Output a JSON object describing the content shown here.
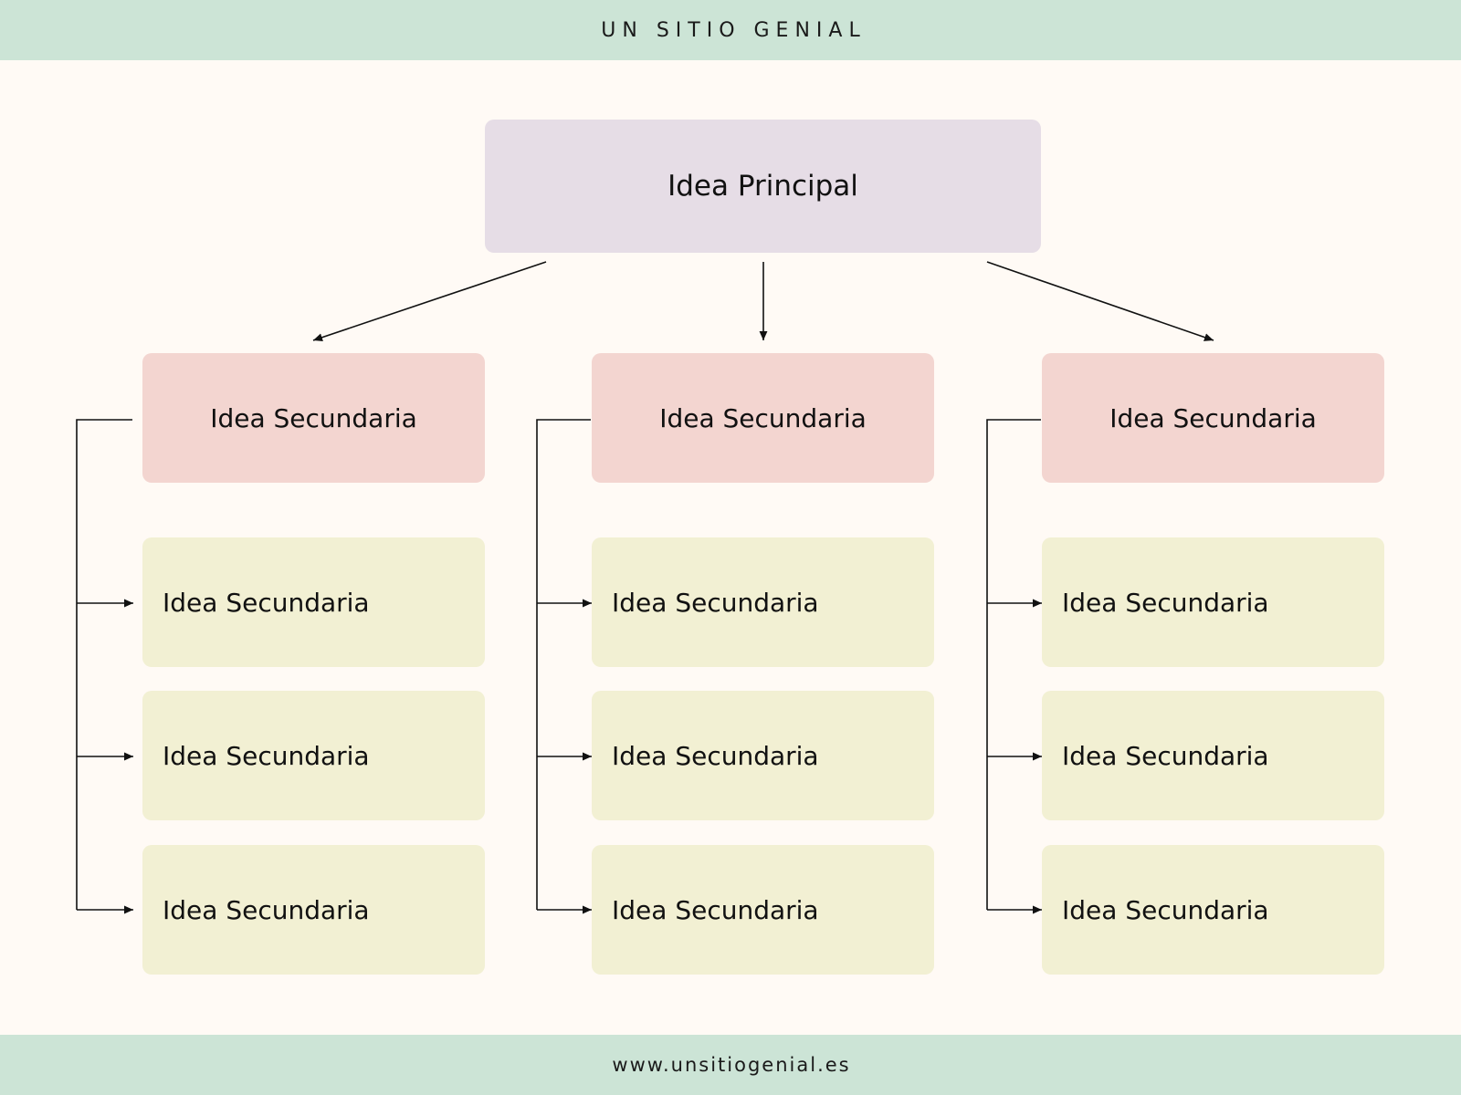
{
  "header": {
    "title": "UN SITIO GENIAL"
  },
  "footer": {
    "url": "www.unsitiogenial.es"
  },
  "colors": {
    "band": "#cce4d6",
    "background": "#fffaf5",
    "principal": "#e6dde6",
    "secondary": "#f3d5d0",
    "tertiary": "#f2f0d3",
    "line": "#111111"
  },
  "principal": {
    "label": "Idea Principal"
  },
  "columns": [
    {
      "secondary": "Idea Secundaria",
      "items": [
        "Idea Secundaria",
        "Idea Secundaria",
        "Idea Secundaria"
      ]
    },
    {
      "secondary": "Idea Secundaria",
      "items": [
        "Idea Secundaria",
        "Idea Secundaria",
        "Idea Secundaria"
      ]
    },
    {
      "secondary": "Idea Secundaria",
      "items": [
        "Idea Secundaria",
        "Idea Secundaria",
        "Idea Secundaria"
      ]
    }
  ]
}
